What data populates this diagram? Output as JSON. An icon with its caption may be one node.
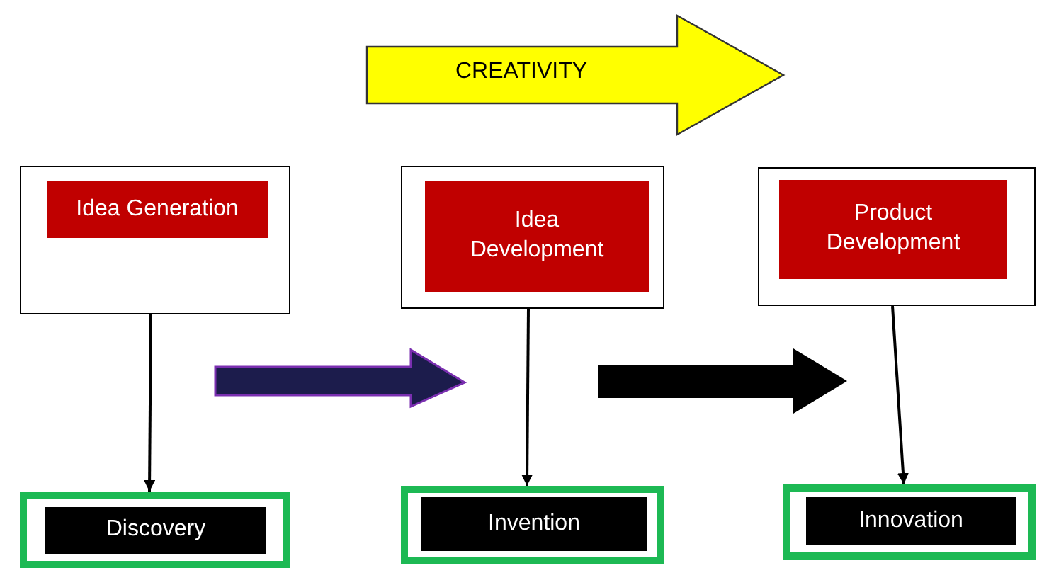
{
  "diagram": {
    "nodes": [
      {
        "text": [],
        "shape": "box"
      },
      {
        "text": [
          "Idea Generation"
        ],
        "in": 0
      },
      {
        "text": [],
        "shape": "box"
      },
      {
        "text": [
          "Idea Development"
        ],
        "in": 2
      },
      {
        "text": [],
        "shape": "box"
      },
      {
        "text": [
          "Product Development"
        ],
        "in": 4
      },
      {
        "text": [],
        "shape": "box"
      },
      {
        "text": [
          "Discovery"
        ],
        "in": 6
      },
      {
        "text": [],
        "shape": "box"
      },
      {
        "text": [
          "Invention"
        ],
        "in": 8
      },
      {
        "text": [],
        "shape": "box"
      },
      {
        "text": [
          "Innovation"
        ],
        "in": 10
      },
      {
        "text": [
          "CREATIVITY"
        ]
      }
    ],
    "edges": [
      {
        "from": 0,
        "to": 6,
        "arrow": "to"
      },
      {
        "from": 2,
        "to": 8,
        "arrow": "to"
      },
      {
        "from": 4,
        "to": 10,
        "arrow": "to"
      }
    ]
  }
}
